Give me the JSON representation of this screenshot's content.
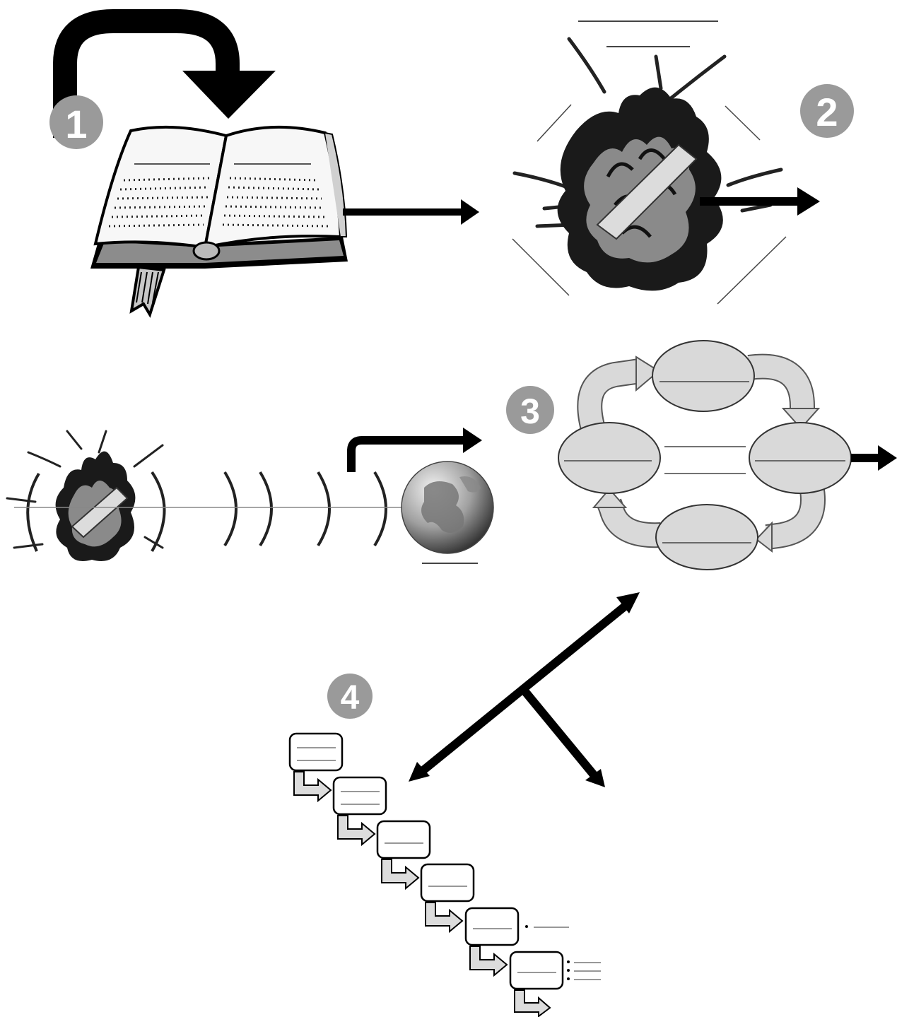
{
  "steps": [
    {
      "number": "1",
      "label": "step-1-badge"
    },
    {
      "number": "2",
      "label": "step-2-badge"
    },
    {
      "number": "3",
      "label": "step-3-badge"
    },
    {
      "number": "4",
      "label": "step-4-badge"
    }
  ],
  "colors": {
    "ink": "#000000",
    "badge": "#9a9a9a",
    "fill_light": "#d9d9d9",
    "fill_page": "#f4f4f4",
    "line": "#555555"
  },
  "icons": [
    "open-book-icon",
    "burning-plank-icon",
    "globe-icon",
    "cycle-diagram",
    "cascade-boxes"
  ]
}
